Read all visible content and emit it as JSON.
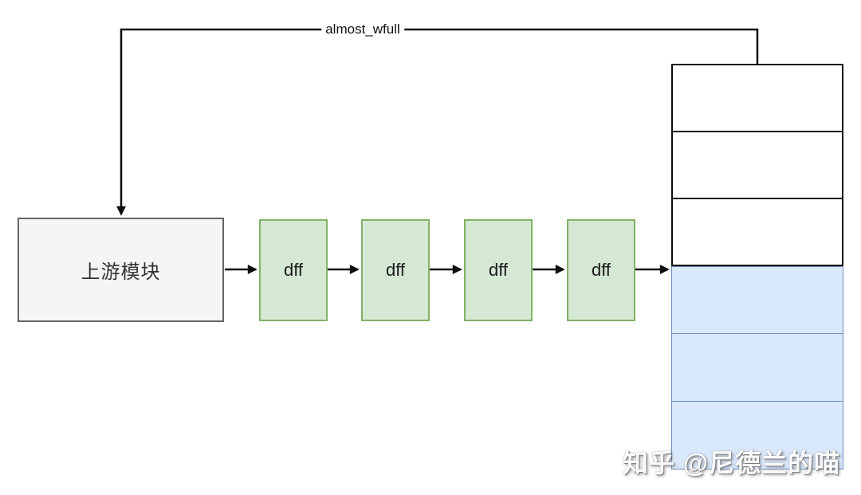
{
  "diagram": {
    "feedback_signal_label": "almost_wfull",
    "upstream_module_label": "上游模块",
    "dff_chain": [
      {
        "label": "dff"
      },
      {
        "label": "dff"
      },
      {
        "label": "dff"
      },
      {
        "label": "dff"
      }
    ],
    "fifo": {
      "empty_cells_count": 3,
      "filled_cells_count": 3
    },
    "colors": {
      "dff_fill": "#d5e8d4",
      "dff_border": "#82b366",
      "fifo_filled_fill": "#dae8fc",
      "fifo_filled_border": "#6c8ebf",
      "fifo_empty_border": "#0d0d0d",
      "upstream_fill": "#f5f5f5",
      "upstream_border": "#666666",
      "line_color": "#0d0d0d"
    }
  },
  "watermark": {
    "text": "知乎 @尼德兰的喵"
  }
}
